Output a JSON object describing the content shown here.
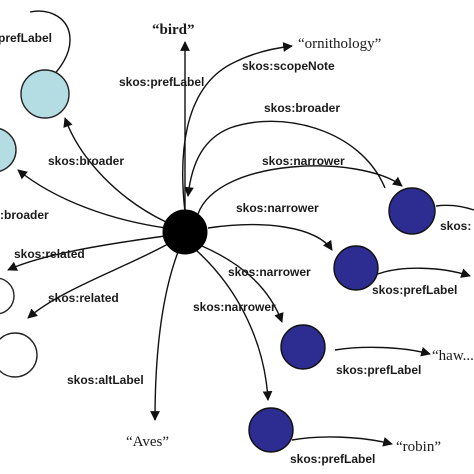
{
  "nodes": {
    "center": {
      "fill": "#000000"
    },
    "parent_1": {
      "fill": "#b3dde2"
    },
    "parent_2": {
      "fill": "#b3dde2"
    },
    "related_1": {
      "fill": "#ffffff"
    },
    "related_2": {
      "fill": "#ffffff"
    },
    "narrower_1": {
      "fill": "#2d2d91"
    },
    "narrower_2": {
      "fill": "#2d2d91"
    },
    "narrower_3": {
      "fill": "#2d2d91"
    },
    "narrower_4": {
      "fill": "#2d2d91"
    }
  },
  "literals": {
    "bird": "“bird”",
    "ornithology": "“ornithology”",
    "aves": "“Aves”",
    "robin": "“robin”",
    "haw": "“haw..."
  },
  "labels": {
    "top_pref_label": "prefLabel",
    "pref_label_bird": "skos:prefLabel",
    "scope_note": "skos:scopeNote",
    "broader_top": "skos:broader",
    "narrower_top": "skos:narrower",
    "broader_left_1": "skos:broader",
    "broader_left_2": ":broader",
    "narrower_mid": "skos:narrower",
    "related_1": "skos:related",
    "related_2": "skos:related",
    "narrower_low": "skos:narrower",
    "narrower_bottom": "skos:narrower",
    "alt_label": "skos:altLabel",
    "pref_label_right_1": "skos:prefLabel",
    "pref_label_right_2": "skos:prefLabel",
    "pref_label_bottom": "skos:prefLabel",
    "right_edge": "skos:"
  }
}
